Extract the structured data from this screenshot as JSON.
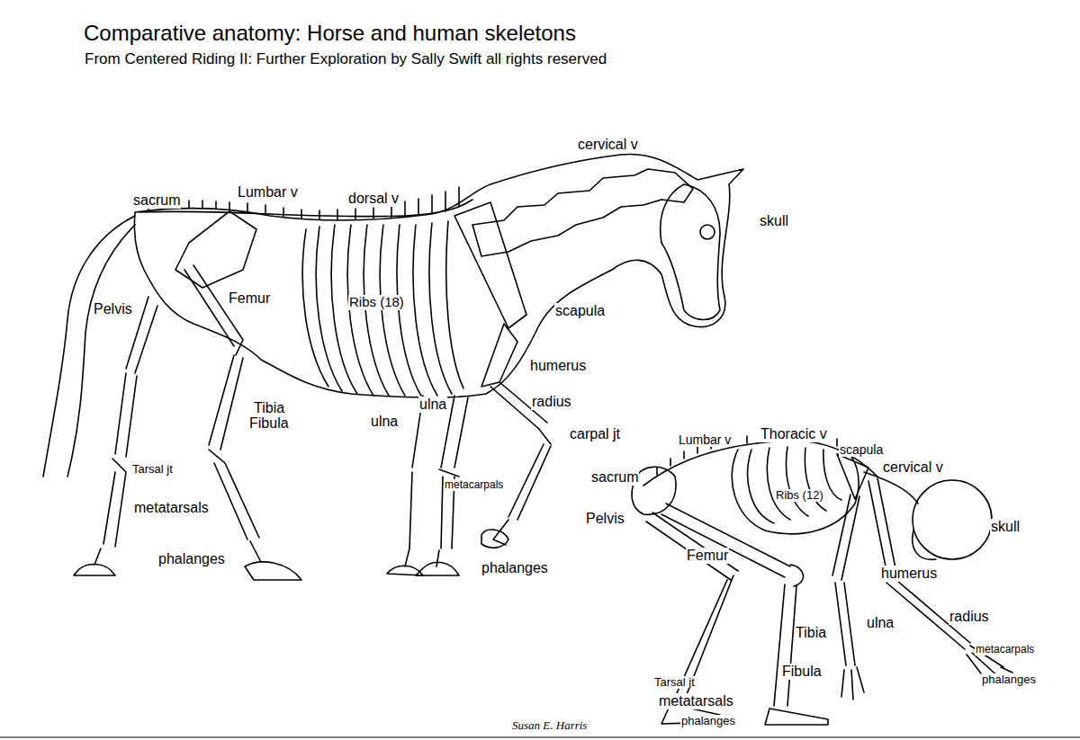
{
  "diagram": {
    "title": "Comparative anatomy: Horse and human skeletons",
    "labels": [
      "From Centered Riding II: Further Exploration by Sally Swift  all rights reserved",
      "cervical v",
      "sacrum",
      "Lumbar v",
      "dorsal v",
      "skull",
      "Pelvis",
      "Femur",
      "Ribs (18)",
      "scapula",
      "humerus",
      "radius",
      "ulna",
      "ulna",
      "Tibia",
      "Fibula",
      "carpal jt",
      "Tarsal jt",
      "metacarpals",
      "metatarsals",
      "phalanges",
      "phalanges",
      "Lumbar v",
      "Thoracic v",
      "scapula",
      "cervical v",
      "sacrum",
      "Ribs (12)",
      "Pelvis",
      "skull",
      "Femur",
      "humerus",
      "radius",
      "ulna",
      "Tibia",
      "metacarpals",
      "Fibula",
      "phalanges",
      "Tarsal jt",
      "metatarsals",
      "phalanges",
      "Susan E. Harris"
    ]
  }
}
